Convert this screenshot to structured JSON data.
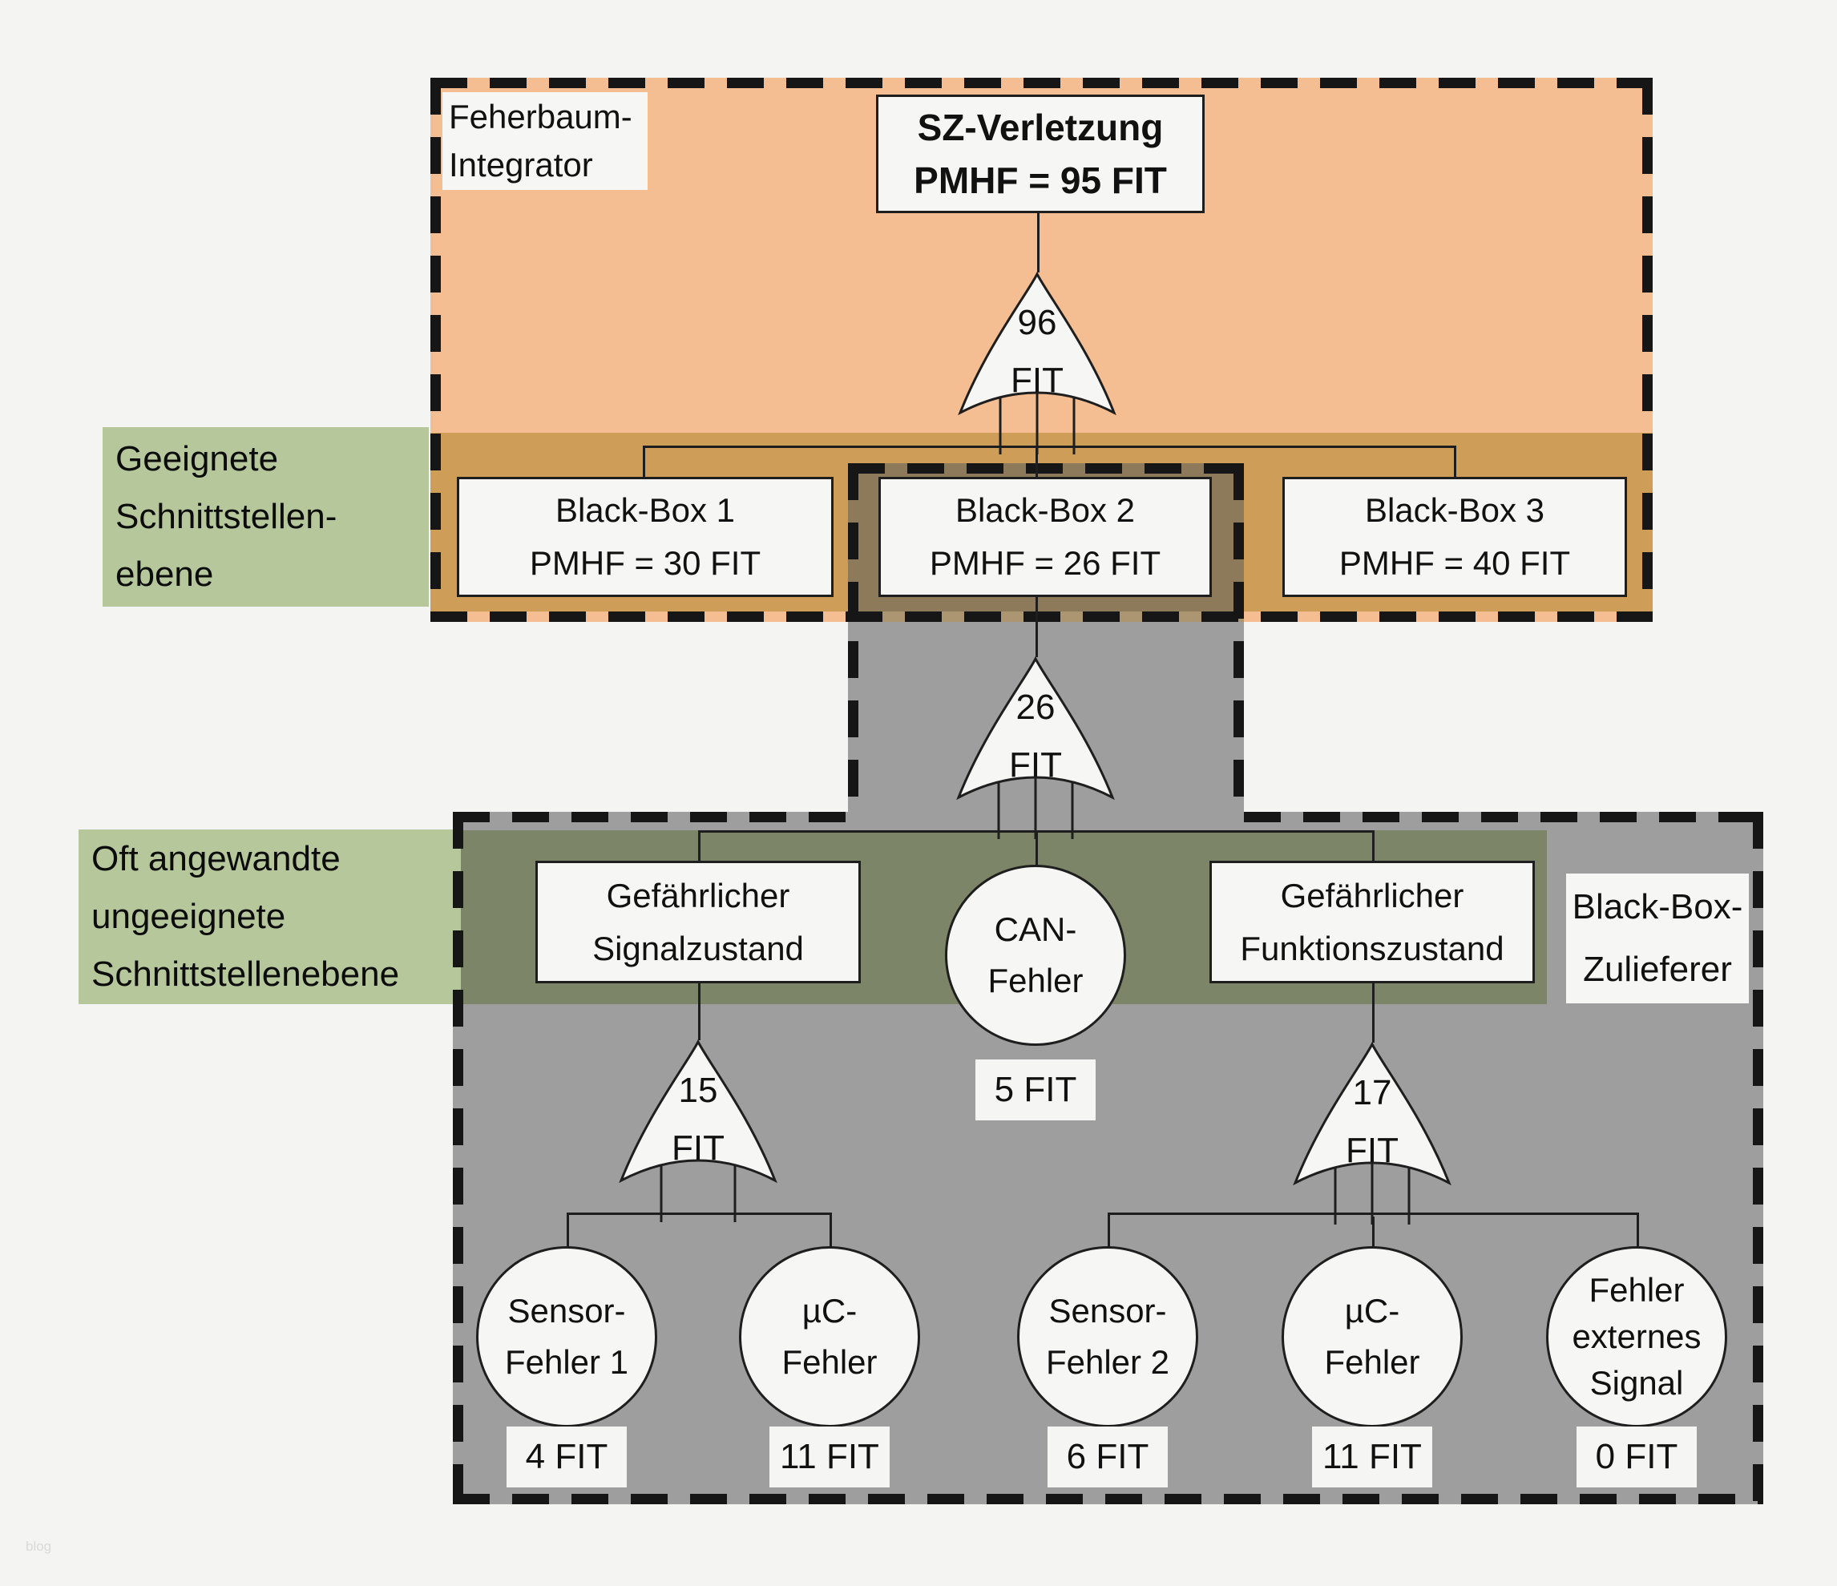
{
  "colors": {
    "orange": "#F4BE92",
    "tan": "#CE9D58",
    "brown": "#8C7A5B",
    "brownlight": "#AC9672",
    "gray": "#9E9E9E",
    "olive": "#7D8568",
    "green": "#B5C79B"
  },
  "labels": {
    "integrator": {
      "line1": "Feherbaum-",
      "line2": "Integrator"
    },
    "level_suitable": {
      "line1": "Geeignete",
      "line2": "Schnittstellen-",
      "line3": "ebene"
    },
    "level_unsuitable": {
      "line1": "Oft angewandte",
      "line2": "ungeeignete",
      "line3": "Schnittstellenebene"
    },
    "supplier": {
      "line1": "Black-Box-",
      "line2": "Zulieferer"
    },
    "watermark": "blog"
  },
  "tree": {
    "top_event": {
      "line1": "SZ-Verletzung",
      "line2": "PMHF = 95 FIT"
    },
    "gates": {
      "root": {
        "value": "96",
        "unit": "FIT"
      },
      "bb2": {
        "value": "26",
        "unit": "FIT"
      },
      "signal": {
        "value": "15",
        "unit": "FIT"
      },
      "funktion": {
        "value": "17",
        "unit": "FIT"
      }
    },
    "black_boxes": [
      {
        "line1": "Black-Box 1",
        "line2": "PMHF = 30 FIT"
      },
      {
        "line1": "Black-Box 2",
        "line2": "PMHF = 26 FIT"
      },
      {
        "line1": "Black-Box 3",
        "line2": "PMHF = 40 FIT"
      }
    ],
    "intermediate": [
      {
        "line1": "Gefährlicher",
        "line2": "Signalzustand"
      },
      {
        "line1": "Gefährlicher",
        "line2": "Funktionszustand"
      }
    ],
    "can_event": {
      "line1": "CAN-",
      "line2": "Fehler",
      "fit": "5 FIT"
    },
    "leaves": [
      {
        "line1": "Sensor-",
        "line2": "Fehler 1",
        "fit": "4 FIT"
      },
      {
        "line1": "µC-",
        "line2": "Fehler",
        "fit": "11 FIT"
      },
      {
        "line1": "Sensor-",
        "line2": "Fehler 2",
        "fit": "6 FIT"
      },
      {
        "line1": "µC-",
        "line2": "Fehler",
        "fit": "11 FIT"
      },
      {
        "line1": "Fehler",
        "line2": "externes",
        "line3": "Signal",
        "fit": "0 FIT"
      }
    ]
  }
}
